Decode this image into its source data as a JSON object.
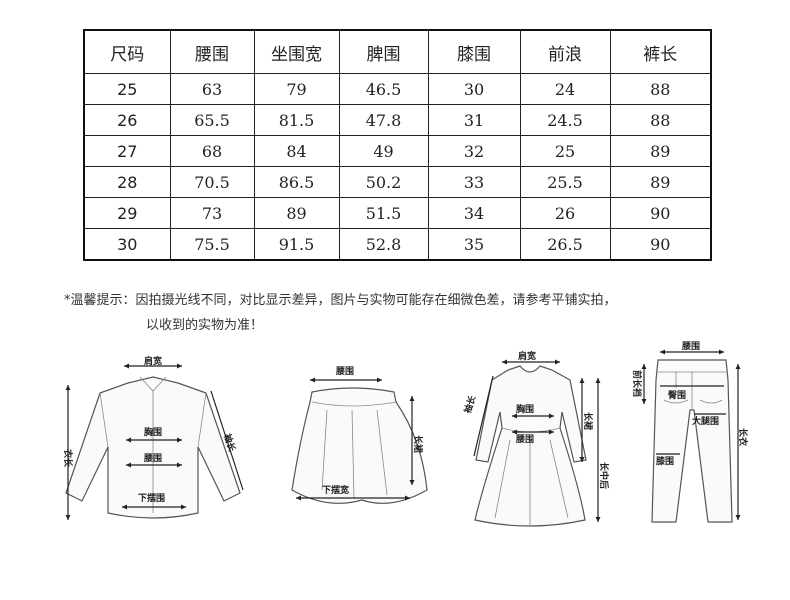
{
  "size_table": {
    "headers": [
      "尺码",
      "腰围",
      "坐围宽",
      "脾围",
      "膝围",
      "前浪",
      "裤长"
    ],
    "rows": [
      [
        "25",
        "63",
        "79",
        "46.5",
        "30",
        "24",
        "88"
      ],
      [
        "26",
        "65.5",
        "81.5",
        "47.8",
        "31",
        "24.5",
        "88"
      ],
      [
        "27",
        "68",
        "84",
        "49",
        "32",
        "25",
        "89"
      ],
      [
        "28",
        "70.5",
        "86.5",
        "50.2",
        "33",
        "25.5",
        "89"
      ],
      [
        "29",
        "73",
        "89",
        "51.5",
        "34",
        "26",
        "90"
      ],
      [
        "30",
        "75.5",
        "91.5",
        "52.8",
        "35",
        "26.5",
        "90"
      ]
    ]
  },
  "notice": {
    "line1": "*温馨提示：因拍摄光线不同，对比显示差异，图片与实物可能存在细微色差，请参考平铺实拍，",
    "line2": "以收到的实物为准！"
  },
  "diagrams": {
    "shirt": {
      "shoulder": "肩宽",
      "sleeve": "袖长",
      "length": "衣长",
      "chest": "胸围",
      "waist": "腰围",
      "hem": "下摆围"
    },
    "skirt": {
      "waist": "腰围",
      "length": "长裙",
      "hem": "下摆宽"
    },
    "dress": {
      "shoulder": "肩宽",
      "sleeve": "袖长",
      "chest": "胸围",
      "waist": "腰围",
      "length": "长裙",
      "center_back": "长中后"
    },
    "pants": {
      "waist": "腰围",
      "front_rise": "前长裆",
      "hip": "臀围",
      "thigh": "大腿围",
      "knee": "膝围",
      "length": "长衣"
    }
  }
}
